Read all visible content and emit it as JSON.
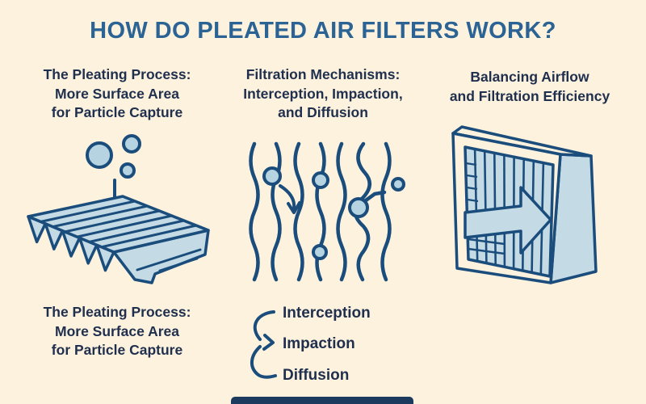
{
  "title": "HOW DO PLEATED AIR FILTERS WORK?",
  "palette": {
    "background": "#fcf2de",
    "title_blue": "#2b6394",
    "heading_navy": "#1f2f4d",
    "illustration_outline": "#1b4d7c",
    "illustration_fill": "#c4dbe6",
    "particle_fill": "#b5d3e1",
    "footer_bar": "#1c3a5e"
  },
  "columns": {
    "left": {
      "heading_lines": [
        "The Pleating Process:",
        "More Surface Area",
        "for Particle Capture"
      ],
      "caption_lines": [
        "The Pleating Process:",
        "More Surface Area",
        "for Particle Capture"
      ],
      "illustration": "pleated-filter-media-with-falling-particles"
    },
    "middle": {
      "heading_lines": [
        "Filtration Mechanisms:",
        "Interception, Impaction,",
        "and Diffusion"
      ],
      "list_items": [
        "Interception",
        "Impaction",
        "Diffusion"
      ],
      "illustration": "filter-fibers-capturing-particles"
    },
    "right": {
      "heading_lines": [
        "Balancing Airflow",
        "and Filtration Efficiency"
      ],
      "illustration": "filter-frame-with-airflow-arrow"
    }
  }
}
